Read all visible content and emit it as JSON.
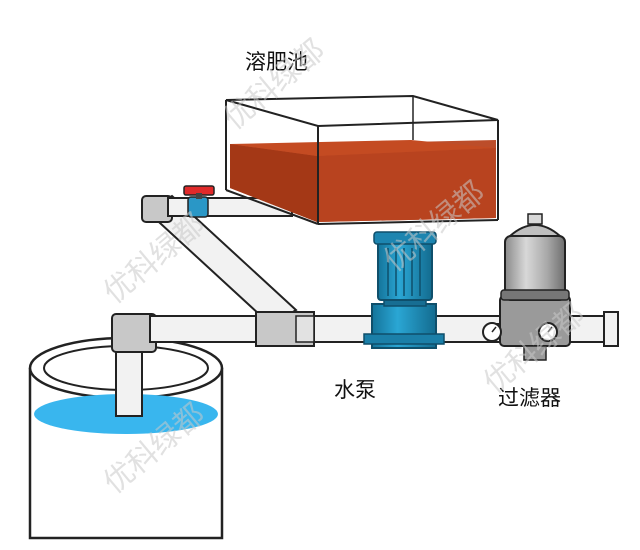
{
  "labels": {
    "tank": "溶肥池",
    "pump": "水泵",
    "filter": "过滤器"
  },
  "watermark": "优科绿都",
  "colors": {
    "fertilizer": "#b8431f",
    "pump_blue": "#1f8db8",
    "water": "#39b6ee",
    "valve_red": "#e02a2a",
    "pipe_fill": "#f2f2f2",
    "fitting_gray": "#c8c8c8"
  }
}
